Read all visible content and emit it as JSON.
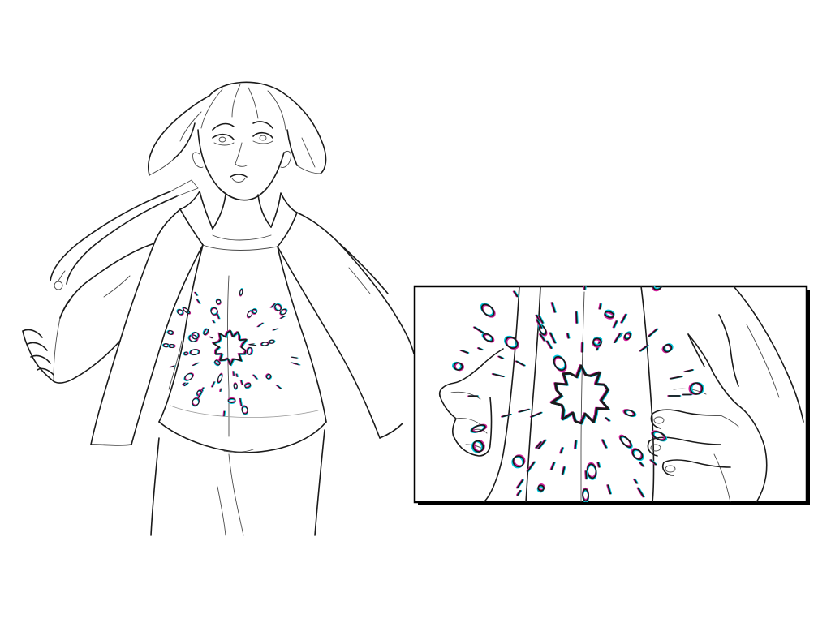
{
  "artwork": {
    "figure": "character-in-open-jacket",
    "effect": "glowing-hole-in-chest",
    "inset": "close-up-of-hands-around-glow"
  },
  "colors": {
    "ink": "#1a1a1a",
    "background": "#ffffff",
    "glow_cyan": "#00c8e0",
    "glow_magenta": "#d0209a",
    "panel_border": "#000000"
  }
}
